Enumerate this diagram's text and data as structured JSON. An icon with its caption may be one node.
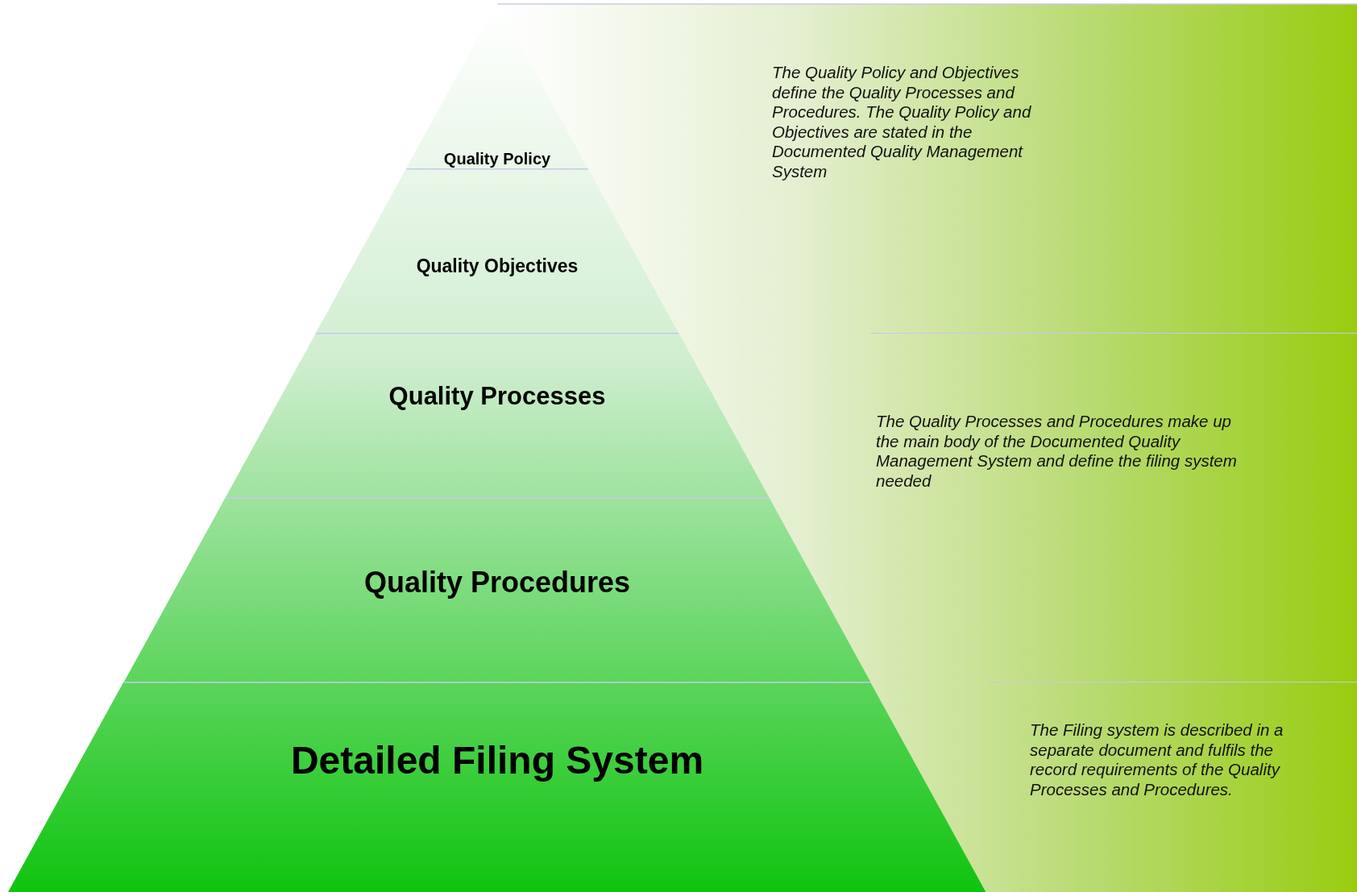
{
  "diagram": {
    "nodes": [
      {
        "text": [
          "Quality Policy"
        ]
      },
      {
        "text": [
          "Quality Objectives"
        ]
      },
      {
        "text": [
          "Quality Processes"
        ]
      },
      {
        "text": [
          "Quality Procedures"
        ]
      },
      {
        "text": [
          "Detailed Filing System"
        ]
      },
      {
        "text": [
          "The Quality Policy and Objectives define the Quality Processes and Procedures. The Quality Policy and Objectives are stated in the Documented Quality Management System"
        ]
      },
      {
        "text": [
          "The Quality Processes and Procedures make up the main body of the Documented Quality Management System and define the filing system needed"
        ]
      },
      {
        "text": [
          "The Filing system is described in a separate document and fulfils the record requirements of the Quality Processes and Procedures."
        ]
      }
    ]
  }
}
